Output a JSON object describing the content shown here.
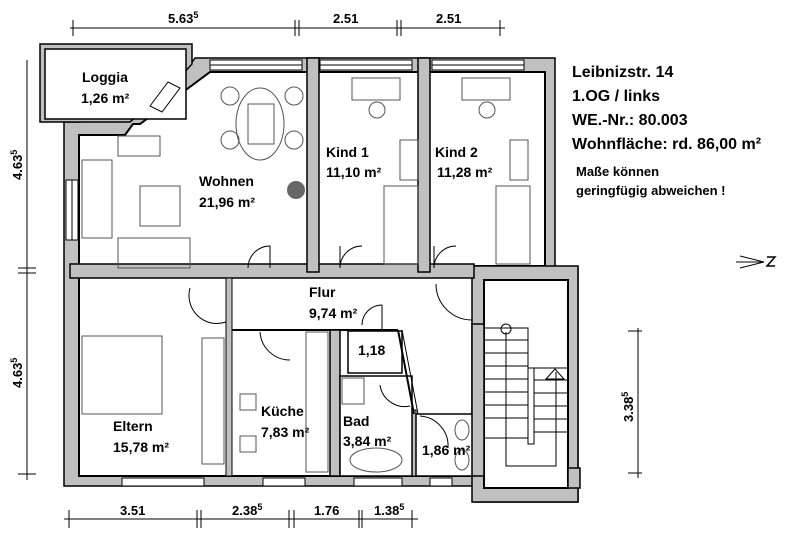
{
  "header": {
    "address": "Leibnizstr. 14",
    "floor": "1.OG / links",
    "unit_number": "WE.-Nr.: 80.003",
    "living_area": "Wohnfläche: rd. 86,00 m²",
    "note_line1": "Maße können",
    "note_line2": "geringfügig abweichen !"
  },
  "rooms": {
    "loggia": {
      "name": "Loggia",
      "area": "1,26 m²"
    },
    "wohnen": {
      "name": "Wohnen",
      "area": "21,96 m²"
    },
    "kind1": {
      "name": "Kind 1",
      "area": "11,10 m²"
    },
    "kind2": {
      "name": "Kind 2",
      "area": "11,28 m²"
    },
    "flur": {
      "name": "Flur",
      "area": "9,74 m²"
    },
    "abstell": {
      "area": "1,18"
    },
    "eltern": {
      "name": "Eltern",
      "area": "15,78 m²"
    },
    "kueche": {
      "name": "Küche",
      "area": "7,83 m²"
    },
    "bad": {
      "name": "Bad",
      "area": "3,84 m²"
    },
    "wc": {
      "area": "1,86 m²"
    }
  },
  "dimensions": {
    "top": [
      {
        "value": "5.63",
        "sup": "5"
      },
      {
        "value": "2.51",
        "sup": ""
      },
      {
        "value": "2.51",
        "sup": ""
      }
    ],
    "bottom": [
      {
        "value": "3.51",
        "sup": ""
      },
      {
        "value": "2.38",
        "sup": "5"
      },
      {
        "value": "1.76",
        "sup": ""
      },
      {
        "value": "1.38",
        "sup": "5"
      }
    ],
    "left": [
      {
        "value": "4.63",
        "sup": "5"
      },
      {
        "value": "4.63",
        "sup": "5"
      }
    ],
    "right": [
      {
        "value": "3.38",
        "sup": "5"
      }
    ]
  },
  "colors": {
    "wall_fill": "#c0c0c0",
    "line": "#000000",
    "background": "#ffffff"
  },
  "icons": {
    "north_arrow": "north-arrow-icon",
    "stair_arrow": "stair-direction-icon"
  }
}
